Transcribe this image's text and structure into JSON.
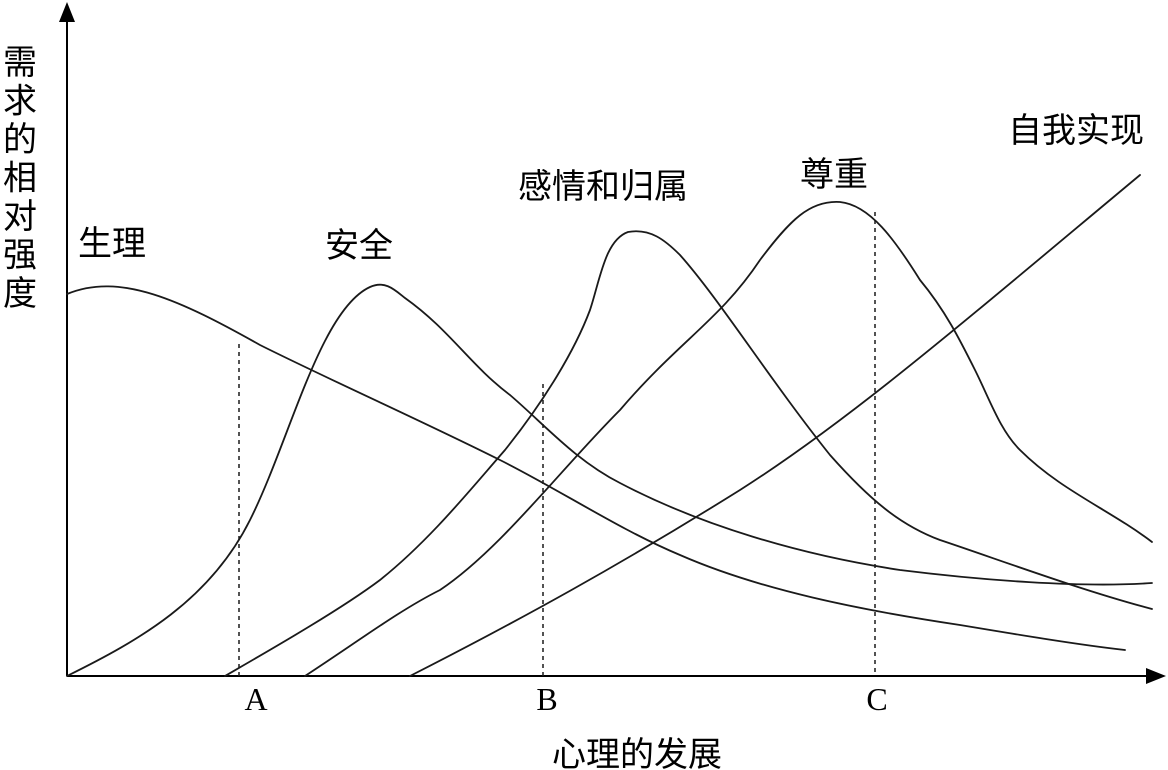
{
  "diagram": {
    "ylabel": "需求的相对强度",
    "xlabel": "心理的发展",
    "markers": [
      "A",
      "B",
      "C"
    ],
    "curves": [
      {
        "id": "physiological",
        "label": "生理"
      },
      {
        "id": "safety",
        "label": "安全"
      },
      {
        "id": "belonging",
        "label": "感情和归属"
      },
      {
        "id": "esteem",
        "label": "尊重"
      },
      {
        "id": "self_actualization",
        "label": "自我实现"
      }
    ],
    "line_color": "#1a1a1a"
  }
}
